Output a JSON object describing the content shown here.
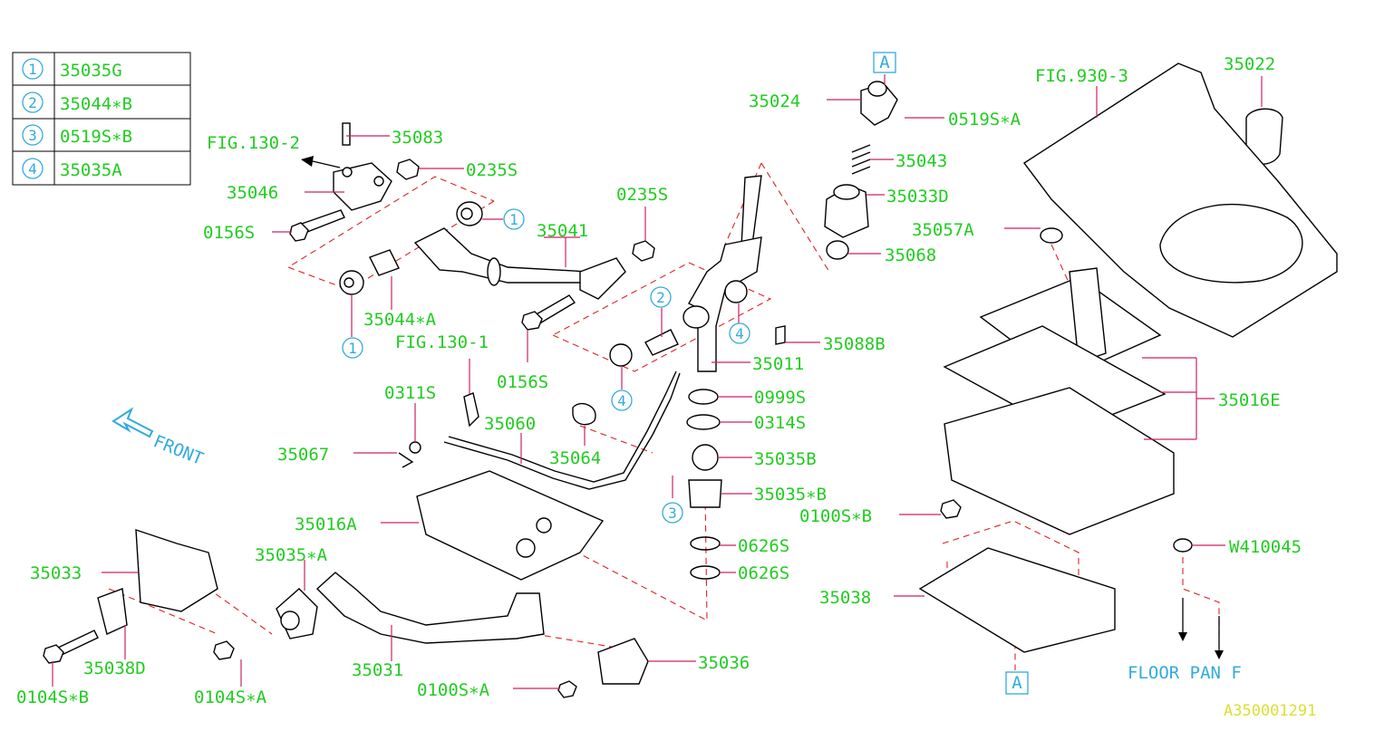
{
  "legend": [
    {
      "key": "1",
      "part": "35035G"
    },
    {
      "key": "2",
      "part": "35044∗B"
    },
    {
      "key": "3",
      "part": "0519S∗B"
    },
    {
      "key": "4",
      "part": "35035A"
    }
  ],
  "labels": {
    "fig130_2": "FIG.130-2",
    "p35083": "35083",
    "p0235s_a": "0235S",
    "p35046": "35046",
    "p0156s_a": "0156S",
    "p35041": "35041",
    "p0235s_b": "0235S",
    "p35044a": "35044∗A",
    "fig130_1": "FIG.130-1",
    "p0156s_b": "0156S",
    "p0311s": "0311S",
    "p35060": "35060",
    "p35067": "35067",
    "p35064": "35064",
    "p35016a": "35016A",
    "p35033": "35033",
    "p35035a": "35035∗A",
    "p35038d": "35038D",
    "p0104sb": "0104S∗B",
    "p0104sa": "0104S∗A",
    "p35031": "35031",
    "p35036": "35036",
    "p0100sa": "0100S∗A",
    "p35024": "35024",
    "p0519sa": "0519S∗A",
    "p35043": "35043",
    "p35033d": "35033D",
    "p35068": "35068",
    "p35088b": "35088B",
    "p35011": "35011",
    "p0999s": "0999S",
    "p0314s": "0314S",
    "p35035b": "35035B",
    "p35035sb": "35035∗B",
    "p0626s_a": "0626S",
    "p0626s_b": "0626S",
    "fig930_3": "FIG.930-3",
    "p35022": "35022",
    "p35057a": "35057A",
    "p35016e": "35016E",
    "p0100sb": "0100S∗B",
    "p35038": "35038",
    "w410045": "W410045",
    "floor_pan": "FLOOR PAN F",
    "front": "FRONT",
    "ref_a_top": "A",
    "ref_a_bottom": "A",
    "drawing_id": "A350001291"
  },
  "callouts": {
    "c1_top": "1",
    "c1_bottom": "1",
    "c2": "2",
    "c3": "3",
    "c4_right": "4",
    "c4_bottom": "4"
  },
  "colors": {
    "part_number": "#22cc22",
    "callout": "#33aadd",
    "leader": "#cc2266",
    "dashed": "#dd2222",
    "drawing_id": "#dddd33"
  }
}
